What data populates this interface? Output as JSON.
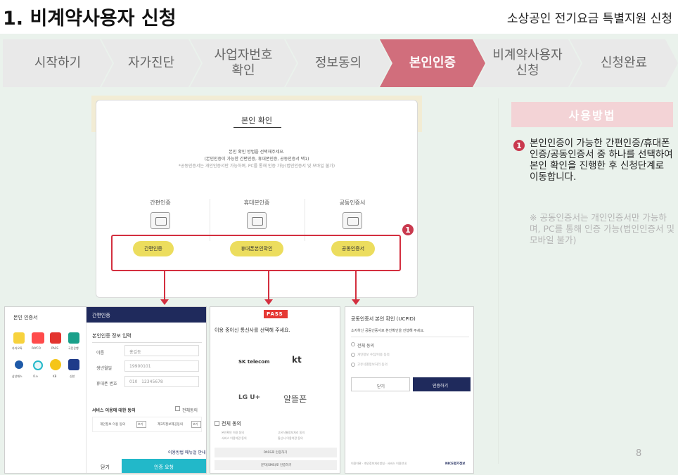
{
  "header": {
    "title": "1. 비계약사용자 신청",
    "subtitle": "소상공인 전기요금 특별지원 신청"
  },
  "steps": [
    {
      "label": "시작하기",
      "state": "done"
    },
    {
      "label": "자가진단",
      "state": "done"
    },
    {
      "label": "사업자번호\n확인",
      "state": "done"
    },
    {
      "label": "정보동의",
      "state": "done"
    },
    {
      "label": "본인인증",
      "state": "active"
    },
    {
      "label": "비계약사용자\n신청",
      "state": "todo"
    },
    {
      "label": "신청완료",
      "state": "todo"
    }
  ],
  "colors": {
    "active_step": "#d16e7c",
    "step_bg": "#e9e9e9",
    "accent_red": "#d32f3f",
    "badge": "#c9394e",
    "method_button": "#ecdd5e",
    "guide_header": "#f3d3d6",
    "navy": "#1f2a5c",
    "teal": "#22b8c9"
  },
  "auth_card": {
    "title": "본인 확인",
    "desc_line1": "본인 확인 방법을 선택해주세요.",
    "desc_line2": "(본인인증이 가능한 간편인증, 휴대폰인증, 공동인증서 택1)",
    "desc_line3": "*공동인증서는 개인인증서만 가능하며, PC를 통해 인증 가능(법인인증서 및 모바일 불가)",
    "methods": [
      {
        "label": "간편인증",
        "button": "간편인증",
        "icon": "laptop-icon"
      },
      {
        "label": "휴대본인증",
        "button": "휴대폰본인확인",
        "icon": "keypad-icon"
      },
      {
        "label": "공동인증서",
        "button": "공동인증서",
        "icon": "certificate-icon"
      }
    ],
    "badge": "1"
  },
  "panel_simple": {
    "left_title": "본인 인증서",
    "apps": [
      "카카오톡",
      "PAYCO",
      "PASS",
      "국민은행",
      "삼성패스",
      "토스",
      "KB",
      "신한"
    ],
    "right_header": "간편인증",
    "form_title": "본인인증 정보 입력",
    "fields": [
      {
        "label": "이름",
        "value": "홍길동"
      },
      {
        "label": "생년월일",
        "value": "19900101"
      },
      {
        "label": "휴대폰 번호",
        "value": "010   12345678"
      }
    ],
    "consent_title": "서비스 이용에 대한 동의",
    "consent_all": "전체동의",
    "consent_items": [
      "개인정보 이용 동의",
      "제3자정보제공동의"
    ],
    "view_label": "보기",
    "help_text": "이용방법 매뉴얼 안내",
    "close_button": "닫기",
    "confirm_button": "인증 요청"
  },
  "panel_pass": {
    "logo": "PASS",
    "prompt": "이용 중이신 통신사를 선택해 주세요.",
    "carriers": [
      "SK telecom",
      "kt",
      "LG U+",
      "알뜰폰"
    ],
    "agree_all": "전체 동의",
    "agree_items": [
      "본인확인 이용 동의",
      "고유식별정보처리 동의",
      "서비스 이용약관 동의",
      "통신사 이용약관 동의"
    ],
    "btn_pass": "PASS로 인증하기",
    "btn_sms": "문자(SMS)로 인증하기"
  },
  "panel_cert": {
    "title": "공동인증서 본인 확인 (UCPID)",
    "desc": "소지하신 공동인증서로 본인확인을 진행해 주세요.",
    "agree_all": "전체 동의",
    "agree_items": [
      "개인정보 수집/이용 동의",
      "고유식별정보처리 동의"
    ],
    "cancel": "닫기",
    "confirm": "인증하기",
    "footer_left": "이용약관 · 개인정보처리방침 · 서비스 이용안내",
    "footer_brand": "NICE평가정보"
  },
  "guide": {
    "title": "사용방법",
    "badge": "1",
    "text": "본인인증이 가능한 간편인증/휴대폰인증/공동인증서 중 하나를 선택하여 본인 확인을 진행한 후 신청단계로 이동합니다.",
    "note": "※ 공동인증서는 개인인증서만 가능하며, PC를 통해 인증 가능(법인인증서 및 모바일 불가)"
  },
  "page_number": "8"
}
